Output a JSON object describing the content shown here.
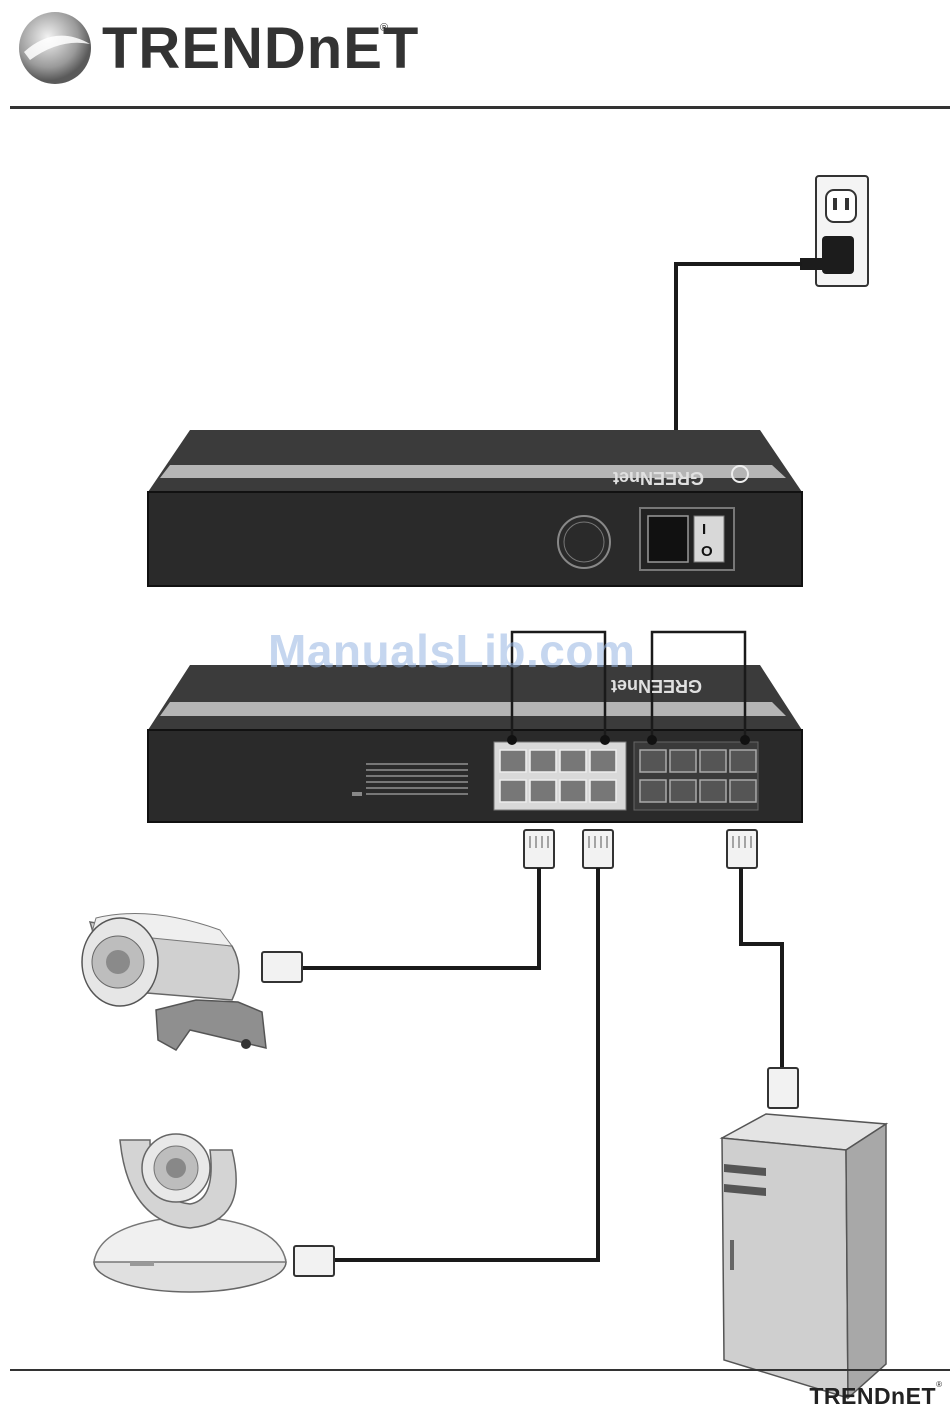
{
  "header": {
    "brand": "TRENDnET",
    "registered": "®"
  },
  "watermark": {
    "text": "ManualsLib.com"
  },
  "switch_rear": {
    "badge": "GREENnet",
    "switch_on": "I",
    "switch_off": "O"
  },
  "switch_front": {
    "badge": "GREENnet"
  },
  "footer": {
    "brand": "TRENDnET",
    "registered": "®"
  },
  "colors": {
    "device_body": "#2b2b2b",
    "device_top": "#3a3a3a",
    "stripe": "#b5b5b5",
    "cable": "#1a1a1a",
    "watermark": "#96b4e1"
  }
}
